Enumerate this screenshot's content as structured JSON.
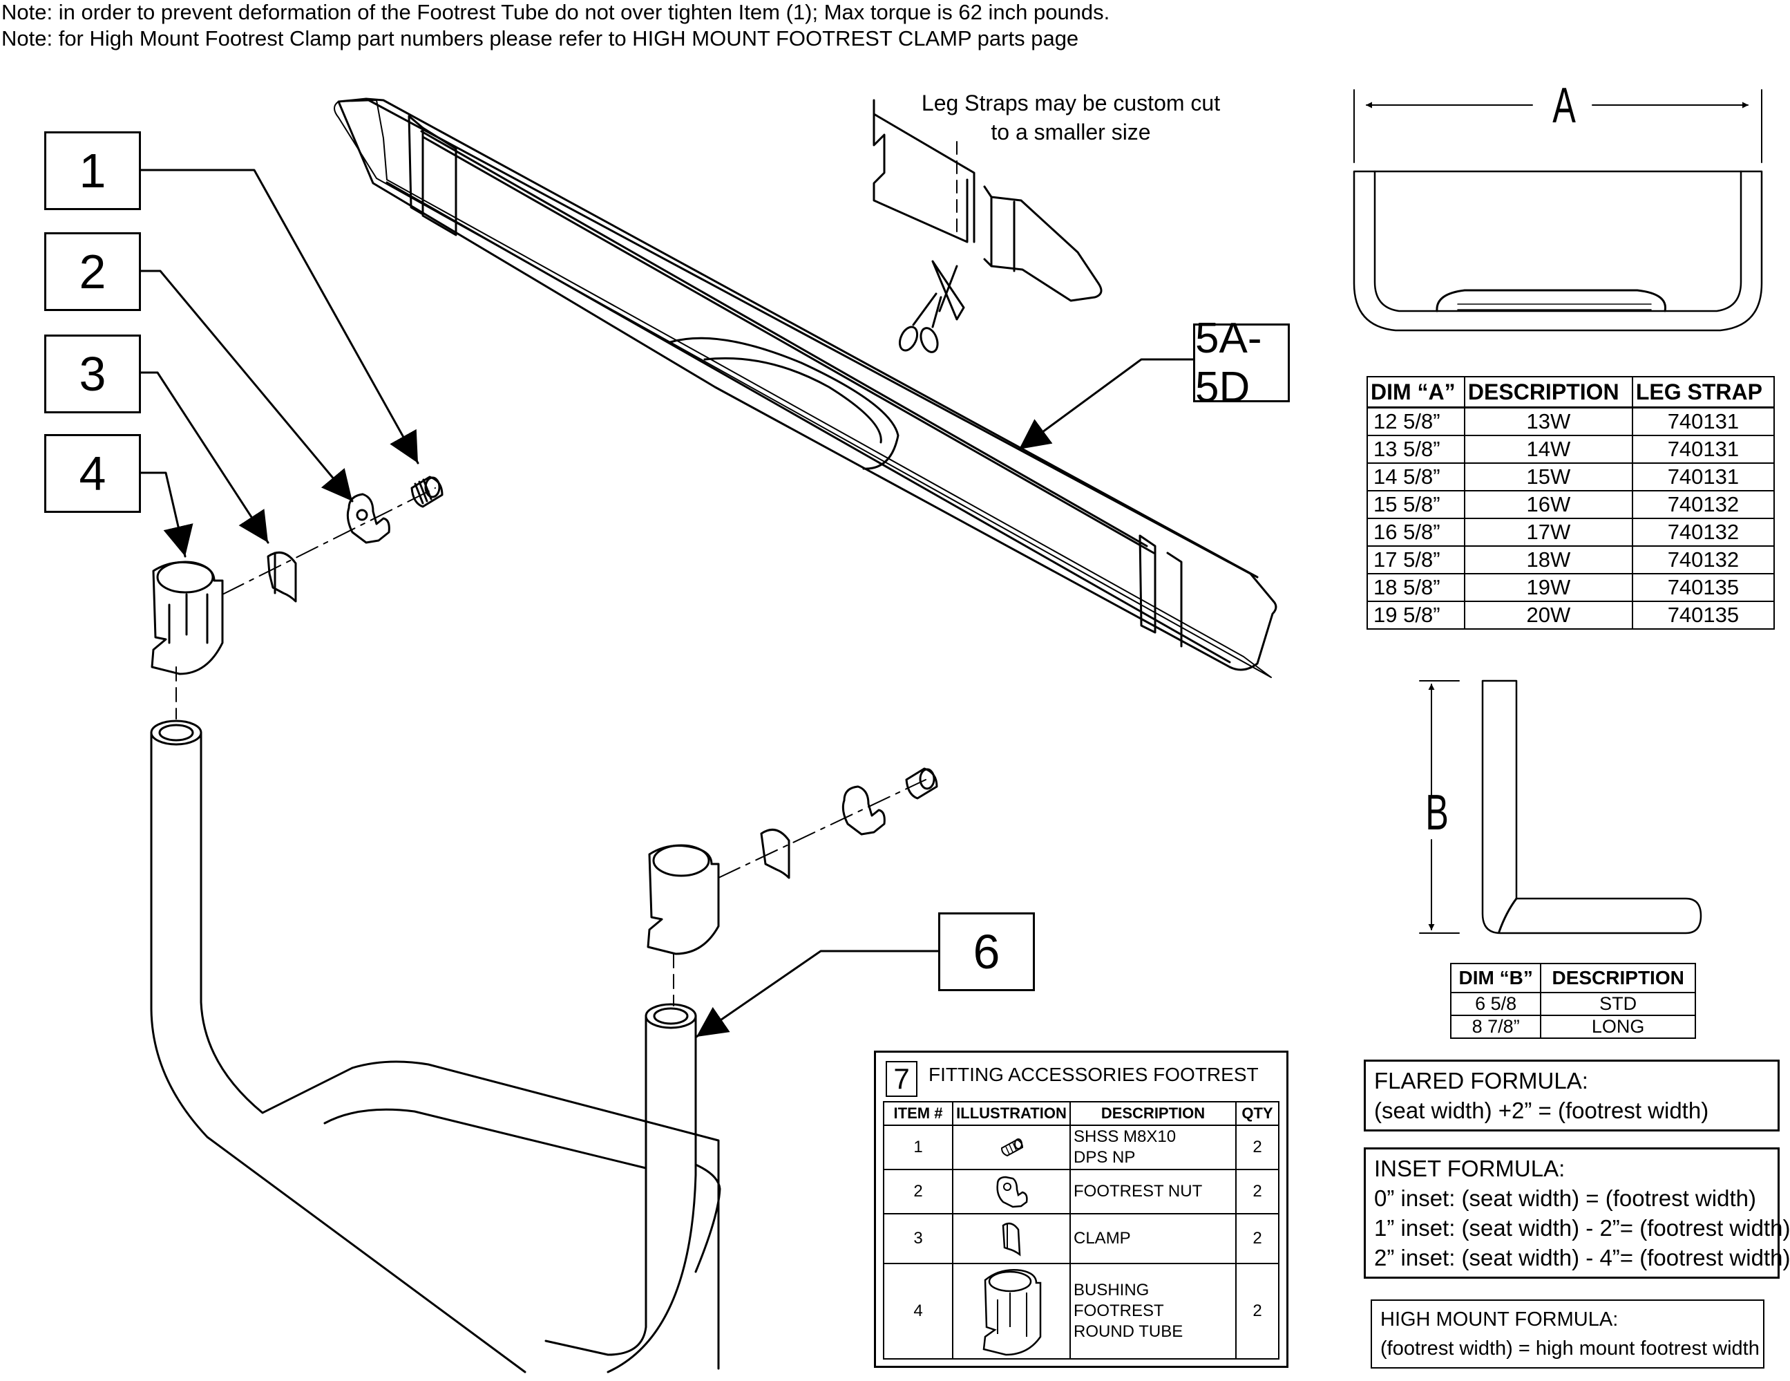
{
  "notes": [
    "Note: in order to prevent deformation of the Footrest Tube do not over tighten Item (1); Max torque is 62 inch pounds.",
    "Note: for High Mount Footrest Clamp part numbers please refer to HIGH MOUNT FOOTREST CLAMP parts page"
  ],
  "callouts": {
    "c1": "1",
    "c2": "2",
    "c3": "3",
    "c4": "4",
    "c5": "5A-5D",
    "c6": "6"
  },
  "leg_strap_note": [
    "Leg Straps may be custom cut",
    "to a smaller size"
  ],
  "dimensions": {
    "a": "A",
    "b": "B"
  },
  "dim_a_table": {
    "headers": [
      "DIM “A”",
      "DESCRIPTION",
      "LEG STRAP"
    ],
    "rows": [
      [
        "12 5/8”",
        "13W",
        "740131"
      ],
      [
        "13 5/8”",
        "14W",
        "740131"
      ],
      [
        "14 5/8”",
        "15W",
        "740131"
      ],
      [
        "15 5/8”",
        "16W",
        "740132"
      ],
      [
        "16 5/8”",
        "17W",
        "740132"
      ],
      [
        "17 5/8”",
        "18W",
        "740132"
      ],
      [
        "18 5/8”",
        "19W",
        "740135"
      ],
      [
        "19 5/8”",
        "20W",
        "740135"
      ]
    ]
  },
  "dim_b_table": {
    "headers": [
      "DIM “B”",
      "DESCRIPTION"
    ],
    "rows": [
      [
        "6 5/8",
        "STD"
      ],
      [
        "8 7/8”",
        "LONG"
      ]
    ]
  },
  "flared_formula": {
    "title": "FLARED FORMULA:",
    "line": "(seat width) +2”  = (footrest width)"
  },
  "inset_formula": {
    "title": "INSET FORMULA:",
    "lines": [
      "0” inset: (seat width)      = (footrest width)",
      "1” inset: (seat width) - 2”= (footrest width)",
      "2” inset: (seat width) - 4”= (footrest width)"
    ]
  },
  "high_mount_formula": {
    "title": "HIGH MOUNT FORMULA:",
    "line": "(footrest width)  = high mount footrest width"
  },
  "fitting": {
    "number": "7",
    "title": "FITTING ACCESSORIES FOOTREST",
    "headers": [
      "ITEM #",
      "ILLUSTRATION",
      "DESCRIPTION",
      "QTY"
    ],
    "rows": [
      {
        "item": "1",
        "icon": "screw-icon",
        "desc": [
          "SHSS M8X10",
          "DPS NP"
        ],
        "qty": "2"
      },
      {
        "item": "2",
        "icon": "nut-icon",
        "desc": [
          "FOOTREST NUT"
        ],
        "qty": "2"
      },
      {
        "item": "3",
        "icon": "clamp-icon",
        "desc": [
          "CLAMP"
        ],
        "qty": "2"
      },
      {
        "item": "4",
        "icon": "bushing-icon",
        "desc": [
          "BUSHING",
          "FOOTREST",
          "ROUND TUBE"
        ],
        "qty": "2"
      }
    ]
  }
}
